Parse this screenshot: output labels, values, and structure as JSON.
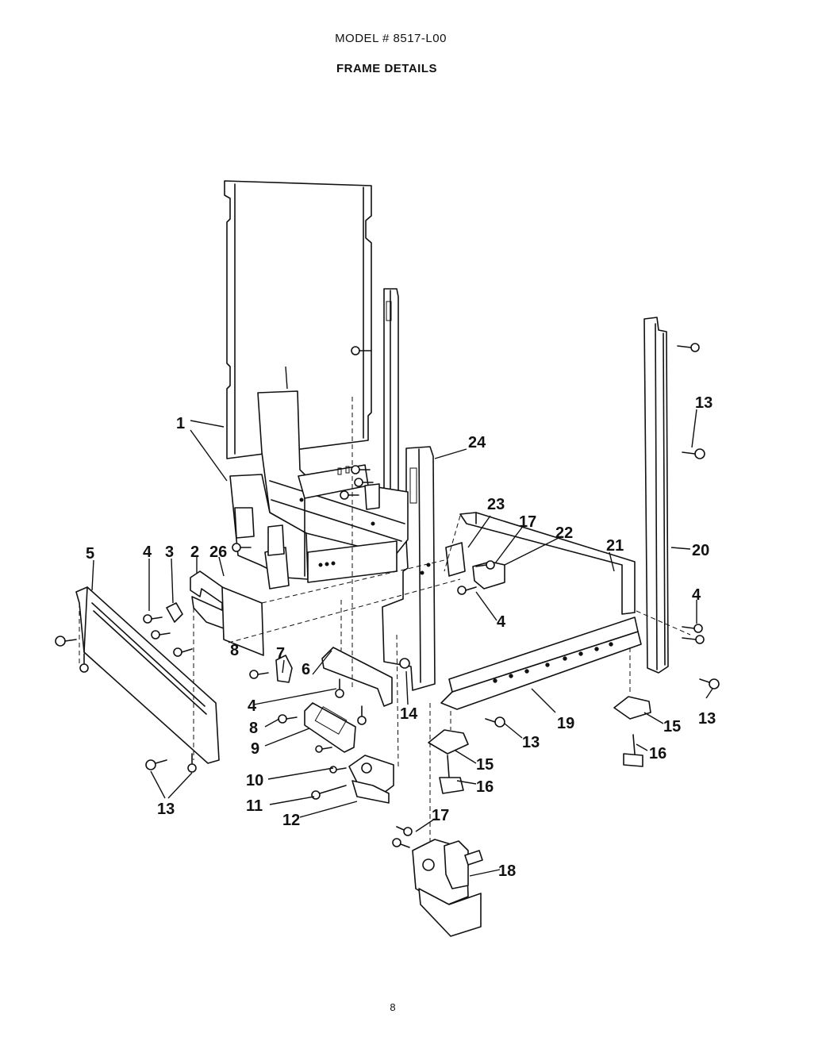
{
  "header": {
    "model": "MODEL # 8517-L00",
    "title": "FRAME DETAILS"
  },
  "page_number": "8",
  "callouts": {
    "c1": "1",
    "c2": "2",
    "c3": "3",
    "c4a": "4",
    "c4b": "4",
    "c4c": "4",
    "c4d": "4",
    "c5": "5",
    "c6": "6",
    "c7": "7",
    "c8a": "8",
    "c8b": "8",
    "c9": "9",
    "c10": "10",
    "c11": "11",
    "c12": "12",
    "c13a": "13",
    "c13b": "13",
    "c13c": "13",
    "c13d": "13",
    "c14": "14",
    "c15a": "15",
    "c15b": "15",
    "c16a": "16",
    "c16b": "16",
    "c17a": "17",
    "c17b": "17",
    "c18": "18",
    "c19": "19",
    "c20": "20",
    "c21": "21",
    "c22": "22",
    "c23": "23",
    "c24": "24",
    "c26": "26"
  }
}
